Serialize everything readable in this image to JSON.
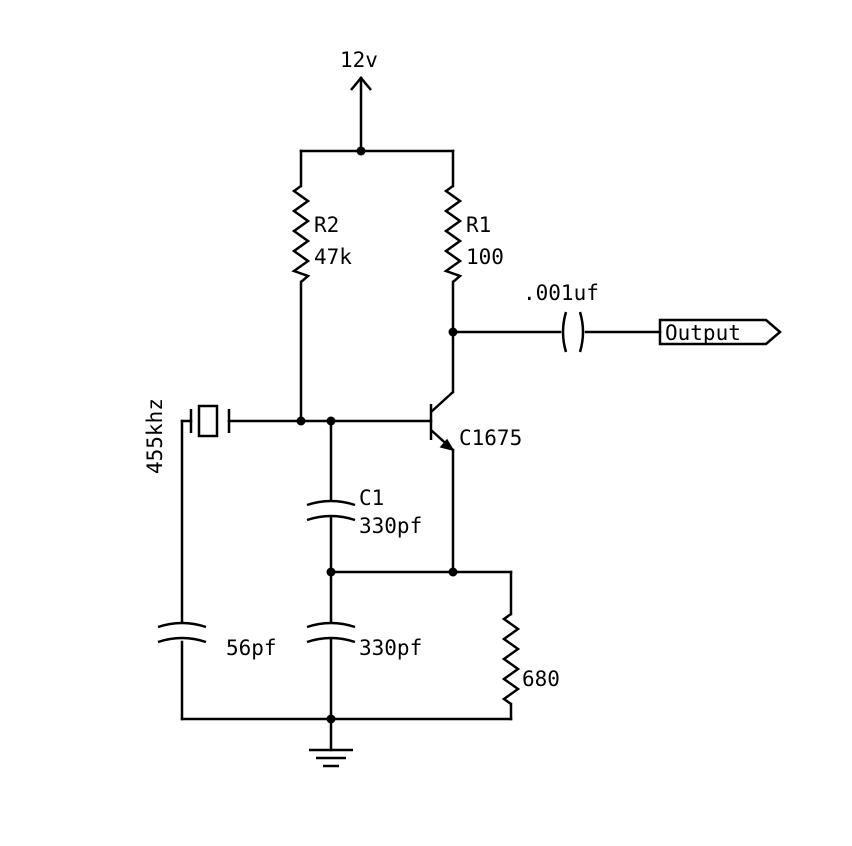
{
  "supply": {
    "label": "12v"
  },
  "resistors": {
    "r2": {
      "ref": "R2",
      "value": "47k"
    },
    "r1": {
      "ref": "R1",
      "value": "100"
    },
    "re": {
      "value": "680"
    }
  },
  "capacitors": {
    "c_out": {
      "value": ".001uf"
    },
    "c1": {
      "ref": "C1",
      "value": "330pf"
    },
    "c2": {
      "value": "330pf"
    },
    "c3": {
      "value": "56pf"
    }
  },
  "crystal": {
    "label": "455khz"
  },
  "transistor": {
    "label": "C1675"
  },
  "output_port": {
    "label": "Output"
  }
}
